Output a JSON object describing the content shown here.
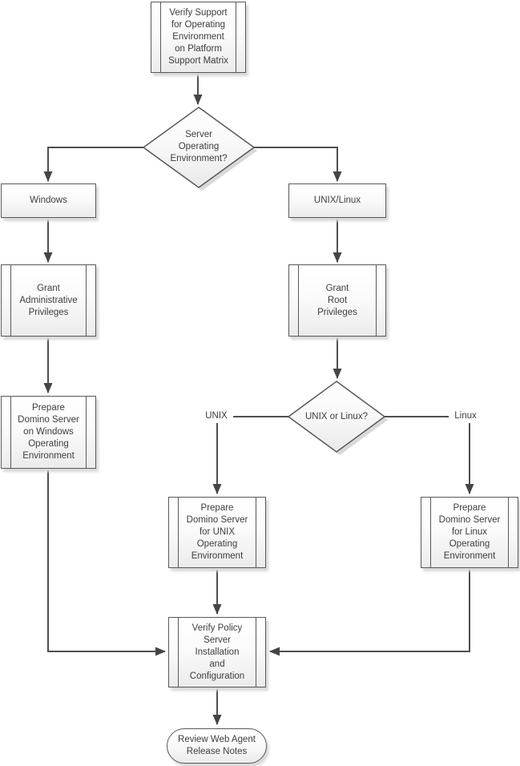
{
  "diagram": {
    "type": "flowchart",
    "colors": {
      "border": "#595959",
      "connector": "#4f4f4f",
      "shadow": "#d9d9d9",
      "text": "#3d3d3d",
      "fill_top": "#ffffff",
      "fill_bottom": "#ebebeb"
    },
    "nodes": {
      "verify_support": {
        "shape": "predefined-process",
        "label": "Verify Support\nfor Operating\nEnvironment\non Platform\nSupport Matrix"
      },
      "server_os_decision": {
        "shape": "decision",
        "label": "Server\nOperating\nEnvironment?"
      },
      "windows": {
        "shape": "process",
        "label": "Windows"
      },
      "unix_linux": {
        "shape": "process",
        "label": "UNIX/Linux"
      },
      "grant_admin": {
        "shape": "predefined-process",
        "label": "Grant\nAdministrative\nPrivileges"
      },
      "grant_root": {
        "shape": "predefined-process",
        "label": "Grant\nRoot\nPrivileges"
      },
      "prepare_windows": {
        "shape": "predefined-process",
        "label": "Prepare\nDomino Server\non Windows\nOperating\nEnvironment"
      },
      "unix_or_linux_decision": {
        "shape": "decision",
        "label": "UNIX or Linux?"
      },
      "prepare_unix": {
        "shape": "predefined-process",
        "label": "Prepare\nDomino Server\nfor UNIX\nOperating\nEnvironment"
      },
      "prepare_linux": {
        "shape": "predefined-process",
        "label": "Prepare\nDomino Server\nfor Linux\nOperating\nEnvironment"
      },
      "verify_policy": {
        "shape": "predefined-process",
        "label": "Verify Policy\nServer\nInstallation\nand\nConfiguration"
      },
      "review_notes": {
        "shape": "terminator",
        "label": "Review Web Agent\nRelease Notes"
      }
    },
    "edge_labels": {
      "unix": "UNIX",
      "linux": "Linux"
    }
  }
}
